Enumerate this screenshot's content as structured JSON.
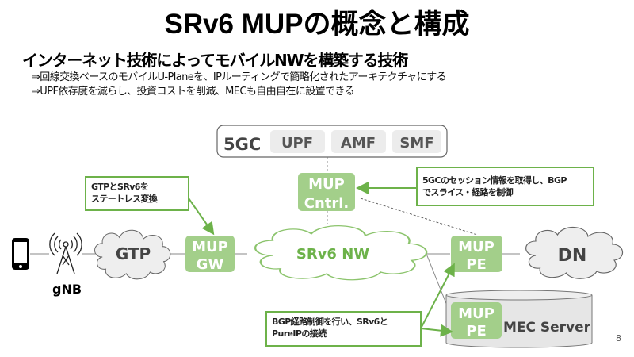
{
  "slide": {
    "title": "SRv6 MUPの概念と構成",
    "subtitle": "インターネット技術によってモバイルNWを構築する技術",
    "bullets": [
      "⇒回線交換ベースのモバイルU-Planeを、IPルーティングで簡略化されたアーキテクチャにする",
      "⇒UPF依存度を減らし、投資コストを削減、MECも自由自在に設置できる"
    ],
    "page_number": "8"
  },
  "diagram": {
    "core": {
      "label": "5GC",
      "functions": [
        "UPF",
        "AMF",
        "SMF"
      ]
    },
    "nodes": {
      "mup_cntrl": [
        "MUP",
        "Cntrl."
      ],
      "mup_gw": [
        "MUP",
        "GW"
      ],
      "mup_pe": [
        "MUP",
        "PE"
      ],
      "mup_pe_mec": [
        "MUP",
        "PE"
      ],
      "gtp_cloud": "GTP",
      "srv6_cloud": "SRv6 NW",
      "dn_cloud": "DN",
      "mec_server": "MEC Server",
      "gnb_label": "gNB"
    },
    "callouts": {
      "gw": [
        "GTPとSRv6を",
        "ステートレス変換"
      ],
      "cntrl": [
        "5GCのセッション情報を取得し、BGP",
        "でスライス・経路を制御"
      ],
      "pe": [
        "BGP経路制御を行い、SRv6と",
        "PureIPの接続"
      ]
    },
    "icons": {
      "phone": "smartphone-icon",
      "antenna": "antenna-tower-icon"
    },
    "colors": {
      "mup_fill": "#a3cf8a",
      "accent_green": "#6db24a",
      "func_fill": "#ececec",
      "text_gray": "#444444"
    }
  }
}
